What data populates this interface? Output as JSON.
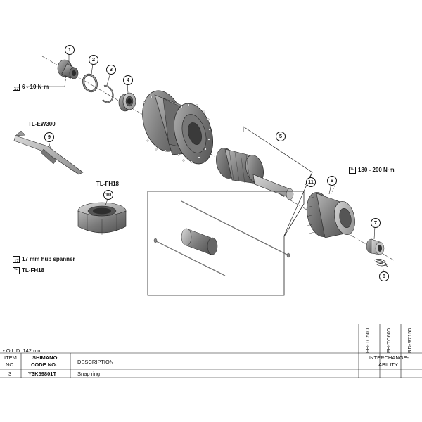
{
  "callouts": [
    "1",
    "2",
    "3",
    "4",
    "5",
    "6",
    "7",
    "8",
    "9",
    "10",
    "11"
  ],
  "labels": {
    "torque_1": "6 - 10 N·m",
    "tool_ew300": "TL-EW300",
    "tool_fh18_top": "TL-FH18",
    "torque_2": "180 - 200 N·m",
    "hub_spanner": "17 mm hub spanner",
    "tool_fh18_bottom": "TL-FH18"
  },
  "icons": {
    "wrench_17_top": "17",
    "wrench_17_bottom": "17",
    "tool_icon_caption": "TL"
  },
  "table": {
    "old_note": "• O.L.D. 142 mm",
    "headers": {
      "item": "ITEM",
      "no": "NO.",
      "shimano": "SHIMANO",
      "code_no": "CODE NO.",
      "description": "DESCRIPTION",
      "interchange_1": "INTERCHANGE-",
      "interchange_2": "ABILITY"
    },
    "models": [
      "FH-TC500",
      "FH-TC600",
      "RD-R7150"
    ],
    "rows": [
      {
        "item": "3",
        "code": "Y3K59801T",
        "description": "Snap ring"
      }
    ]
  },
  "colors": {
    "line": "#111111",
    "part_fill": "#8a8a8a",
    "part_dark": "#5a5a5a",
    "part_light": "#c8c8c8"
  }
}
